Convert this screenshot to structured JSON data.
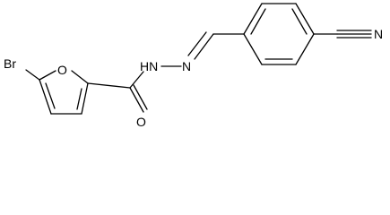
{
  "molecule": {
    "atoms": {
      "br": "Br",
      "o_ring": "O",
      "nh": "HN",
      "n_imine": "N",
      "o_carbonyl": "O",
      "n_nitrile": "N"
    }
  },
  "colors": {
    "bond": "#000000",
    "label": "#000000",
    "background": "#ffffff"
  }
}
